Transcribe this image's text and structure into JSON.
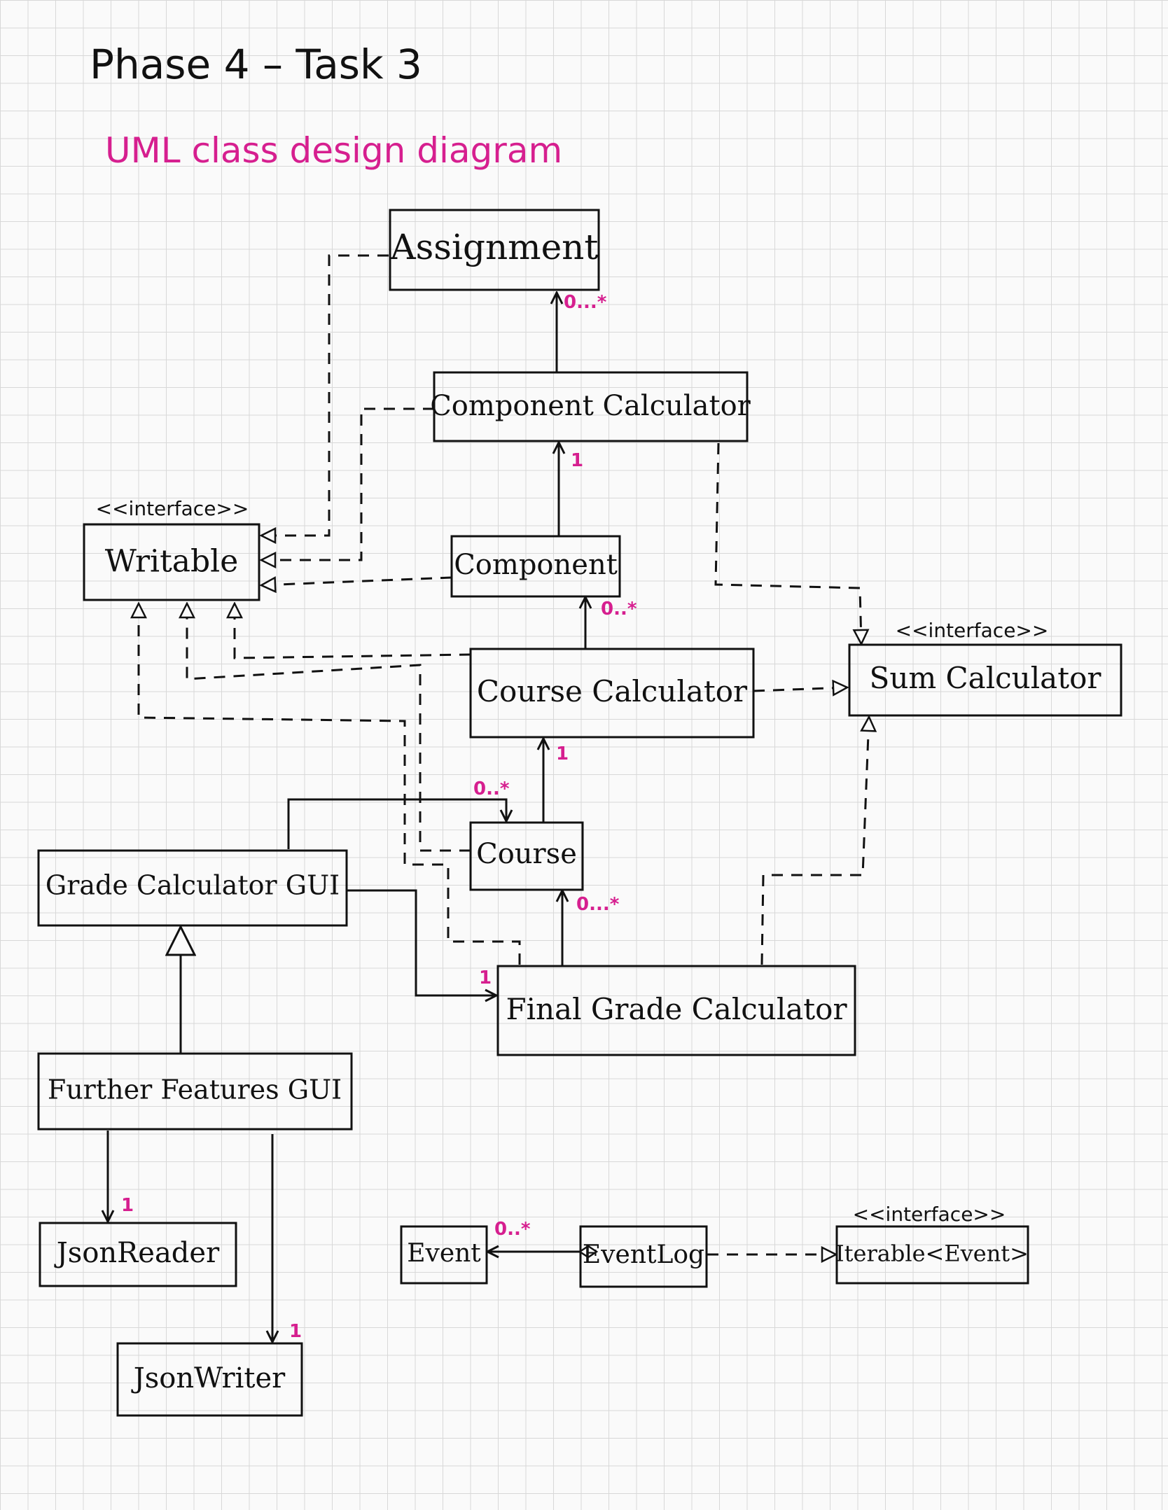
{
  "header": {
    "title": "Phase 4 – Task 3",
    "subtitle": "UML class design diagram"
  },
  "classes": {
    "assignment": {
      "name": "Assignment"
    },
    "component_calculator": {
      "name": "Component Calculator"
    },
    "writable": {
      "name": "Writable",
      "stereotype": "<<interface>>"
    },
    "component": {
      "name": "Component"
    },
    "course_calculator": {
      "name": "Course Calculator"
    },
    "sum_calculator": {
      "name": "Sum Calculator",
      "stereotype": "<<interface>>"
    },
    "grade_calculator_gui": {
      "name": "Grade Calculator GUI"
    },
    "course": {
      "name": "Course"
    },
    "final_grade_calculator": {
      "name": "Final Grade Calculator"
    },
    "further_features_gui": {
      "name": "Further Features GUI"
    },
    "json_reader": {
      "name": "JsonReader"
    },
    "json_writer": {
      "name": "JsonWriter"
    },
    "event": {
      "name": "Event"
    },
    "event_log": {
      "name": "EventLog"
    },
    "iterable_event": {
      "name": "Iterable<Event>",
      "stereotype": "<<interface>>"
    }
  },
  "multiplicities": {
    "assignment_many": "0...*",
    "component_calculator_one": "1",
    "component_many": "0..*",
    "course_calculator_one": "1",
    "course_many_gui": "0..*",
    "course_many_final": "0...*",
    "final_grade_one": "1",
    "json_reader_one": "1",
    "json_writer_one": "1",
    "event_many": "0..*"
  },
  "colors": {
    "ink": "#111111",
    "accent": "#d61f8f",
    "grid": "#d8d8d8",
    "paper": "#fafafa"
  }
}
